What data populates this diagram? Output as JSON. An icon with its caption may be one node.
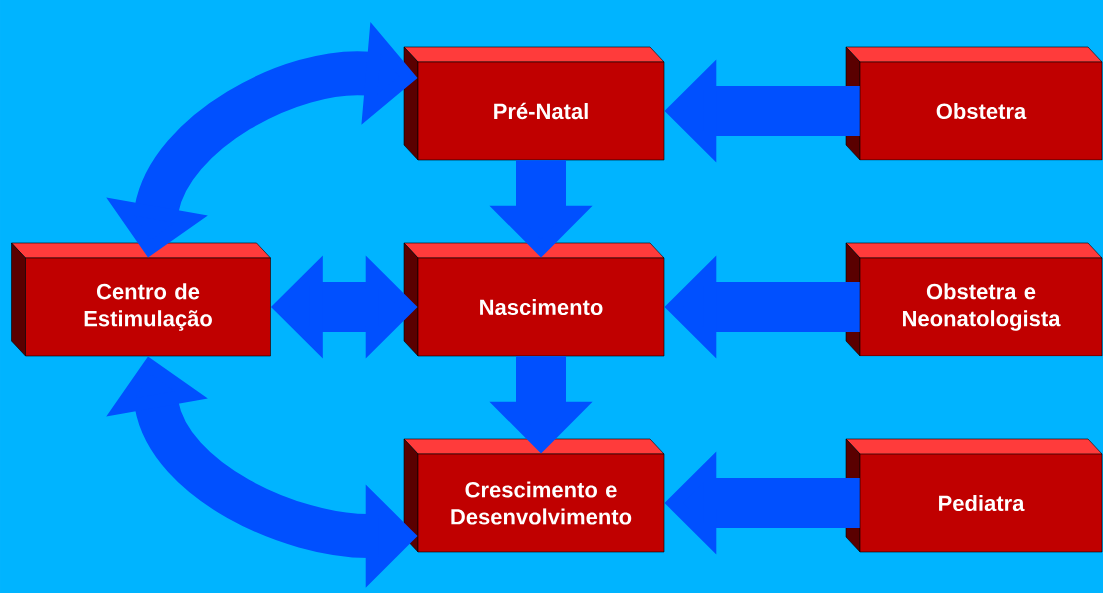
{
  "diagram": {
    "nodes": [
      {
        "text": [
          "Pré-Natal"
        ]
      },
      {
        "text": [
          "Obstetra"
        ]
      },
      {
        "text": [
          "Centro de Estimulação"
        ]
      },
      {
        "text": [
          "Nascimento"
        ]
      },
      {
        "text": [
          "Obstetra e Neonatologista"
        ]
      },
      {
        "text": [
          "Crescimento e Desenvolvimento"
        ]
      },
      {
        "text": [
          "Pediatra"
        ]
      }
    ],
    "edges": [
      {
        "from": 1,
        "to": 0,
        "arrow": "to"
      },
      {
        "from": 4,
        "to": 3,
        "arrow": "to"
      },
      {
        "from": 6,
        "to": 5,
        "arrow": "to"
      },
      {
        "from": 0,
        "to": 3,
        "arrow": "to"
      },
      {
        "from": 3,
        "to": 5,
        "arrow": "to"
      },
      {
        "from": 2,
        "to": 3,
        "arrow": "both"
      },
      {
        "from": 0,
        "to": 2,
        "arrow": "both"
      },
      {
        "from": 2,
        "to": 5,
        "arrow": "both"
      }
    ]
  }
}
